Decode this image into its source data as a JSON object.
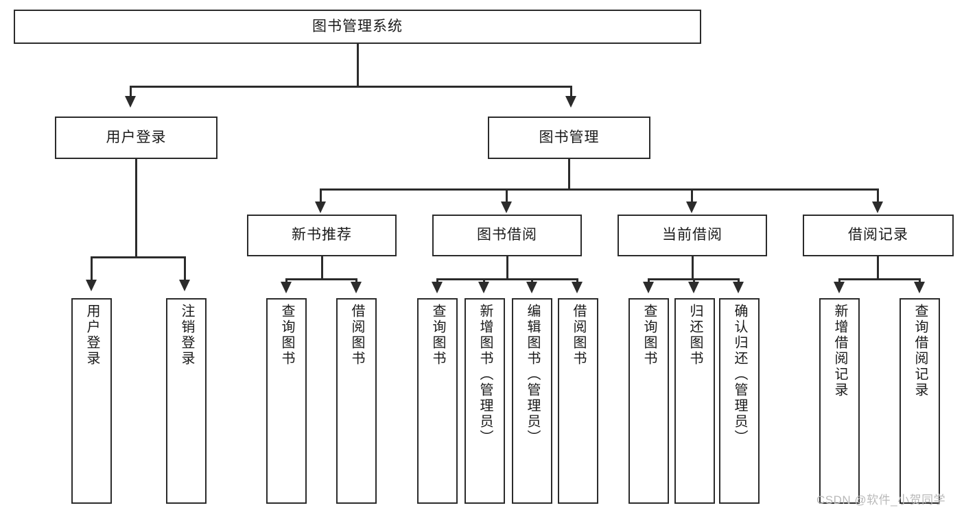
{
  "diagram": {
    "type": "tree-hierarchy-flowchart",
    "title": "图书管理系统",
    "root": {
      "id": "root",
      "label": "图书管理系统",
      "orientation": "horizontal"
    },
    "level2": [
      {
        "id": "user-login",
        "label": "用户登录",
        "orientation": "horizontal"
      },
      {
        "id": "book-manage",
        "label": "图书管理",
        "orientation": "horizontal"
      }
    ],
    "level3": [
      {
        "id": "new-book-recommend",
        "label": "新书推荐",
        "orientation": "horizontal",
        "parent": "book-manage"
      },
      {
        "id": "book-borrow",
        "label": "图书借阅",
        "orientation": "horizontal",
        "parent": "book-manage"
      },
      {
        "id": "current-borrow",
        "label": "当前借阅",
        "orientation": "horizontal",
        "parent": "book-manage"
      },
      {
        "id": "borrow-record",
        "label": "借阅记录",
        "orientation": "horizontal",
        "parent": "book-manage"
      }
    ],
    "leaves": {
      "user_login": [
        {
          "id": "leaf-user-login",
          "label": "用户登录"
        },
        {
          "id": "leaf-logout",
          "label": "注销登录"
        }
      ],
      "new_book_recommend": [
        {
          "id": "leaf-query-book-1",
          "label": "查询图书"
        },
        {
          "id": "leaf-borrow-book-1",
          "label": "借阅图书"
        }
      ],
      "book_borrow": [
        {
          "id": "leaf-query-book-2",
          "label": "查询图书"
        },
        {
          "id": "leaf-add-book",
          "label": "新增图书（管理员）"
        },
        {
          "id": "leaf-edit-book",
          "label": "编辑图书（管理员）"
        },
        {
          "id": "leaf-borrow-book-2",
          "label": "借阅图书"
        }
      ],
      "current_borrow": [
        {
          "id": "leaf-query-book-3",
          "label": "查询图书"
        },
        {
          "id": "leaf-return-book",
          "label": "归还图书"
        },
        {
          "id": "leaf-confirm-return",
          "label": "确认归还（管理员）"
        }
      ],
      "borrow_record": [
        {
          "id": "leaf-add-record",
          "label": "新增借阅记录"
        },
        {
          "id": "leaf-query-record",
          "label": "查询借阅记录"
        }
      ]
    },
    "watermark": "CSDN @软件_小贺同学",
    "colors": {
      "stroke": "#2b2b2b",
      "fill": "#ffffff",
      "text": "#1a1a1a",
      "watermark": "#b9b9b9"
    }
  }
}
